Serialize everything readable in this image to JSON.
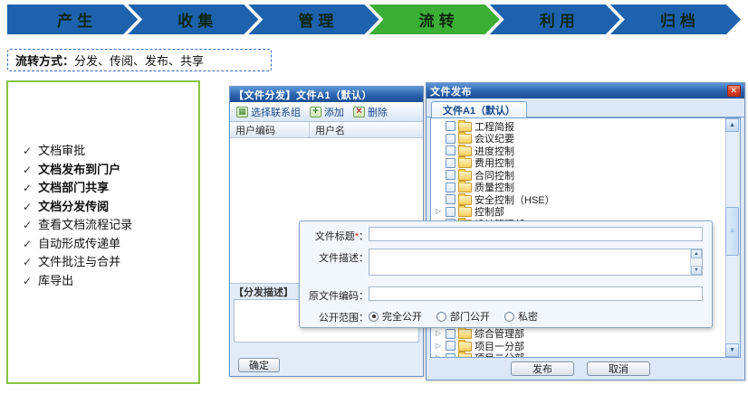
{
  "colors": {
    "stage_blue": "#1E62AE",
    "stage_green": "#3BAE36",
    "stage_text": "#0D260D",
    "callout_border": "#2F6BBF",
    "greenbox_border": "#86C440",
    "win_border": "#6E93C2",
    "link_blue": "#17498F"
  },
  "process_flow": {
    "stages": [
      {
        "label": "产生",
        "active": false
      },
      {
        "label": "收集",
        "active": false
      },
      {
        "label": "管理",
        "active": false
      },
      {
        "label": "流转",
        "active": true
      },
      {
        "label": "利用",
        "active": false
      },
      {
        "label": "归档",
        "active": false
      }
    ]
  },
  "callout": {
    "label": "流转方式：",
    "text": "分发、传阅、发布、共享"
  },
  "feature_list": {
    "bullet": "✓",
    "items": [
      {
        "text": "文档审批",
        "bold": false
      },
      {
        "text": "文档发布到门户",
        "bold": true
      },
      {
        "text": "文档部门共享",
        "bold": true
      },
      {
        "text": "文档分发传阅",
        "bold": true
      },
      {
        "text": "查看文档流程记录",
        "bold": false
      },
      {
        "text": "自动形成传递单",
        "bold": false
      },
      {
        "text": "文件批注与合并",
        "bold": false
      },
      {
        "text": "库导出",
        "bold": false
      }
    ]
  },
  "distribute_window": {
    "title": "【文件分发】文件A1（默认）",
    "toolbar": [
      {
        "label": "选择联系组",
        "icon": "group"
      },
      {
        "label": "添加",
        "icon": "add"
      },
      {
        "label": "删除",
        "icon": "del"
      }
    ],
    "table": {
      "columns": [
        "用户编码",
        "用户名"
      ]
    },
    "description_label": "【分发描述】",
    "ok_button": "确定"
  },
  "publish_window": {
    "title": "文件发布",
    "close_label": "✕",
    "tab": "文件A1（默认）",
    "tree_top": [
      {
        "label": "工程简报",
        "expandable": false
      },
      {
        "label": "会议纪要",
        "expandable": false
      },
      {
        "label": "进度控制",
        "expandable": false
      },
      {
        "label": "费用控制",
        "expandable": false
      },
      {
        "label": "合同控制",
        "expandable": false
      },
      {
        "label": "质量控制",
        "expandable": false
      },
      {
        "label": "安全控制（HSE）",
        "expandable": false
      },
      {
        "label": "控制部",
        "expandable": true
      },
      {
        "label": "设计管理部",
        "expandable": false
      }
    ],
    "tree_bottom": [
      {
        "label": "综合管理部",
        "expandable": true
      },
      {
        "label": "项目一分部",
        "expandable": true
      },
      {
        "label": "项目二分部",
        "expandable": true
      }
    ],
    "scroll_up": "▲",
    "scroll_down": "▼",
    "thumb_grip": "≡",
    "publish_button": "发布",
    "cancel_button": "取消"
  },
  "form_dialog": {
    "file_title": {
      "label": "文件标题",
      "mark": "*",
      "colon": "："
    },
    "file_desc": {
      "label": "文件描述",
      "colon": "："
    },
    "original_code": {
      "label": "原文件编码",
      "colon": "："
    },
    "scope": {
      "label": "公开范围",
      "colon": "：",
      "options": [
        {
          "label": "完全公开",
          "selected": true
        },
        {
          "label": "部门公开",
          "selected": false
        },
        {
          "label": "私密",
          "selected": false
        }
      ]
    },
    "mini_scroll_up": "▲",
    "mini_scroll_down": "▼"
  }
}
